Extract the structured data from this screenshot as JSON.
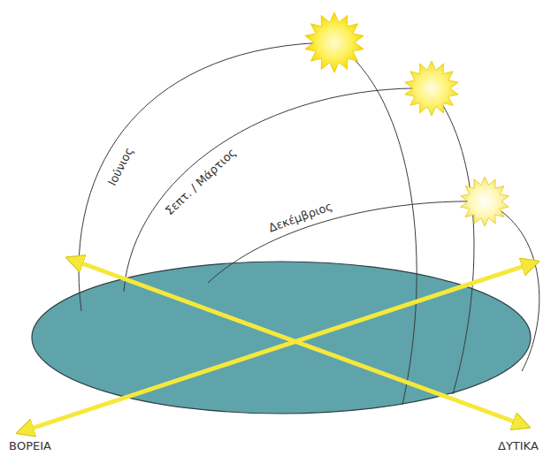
{
  "diagram": {
    "labels": [
      "Ιούνιος",
      "Σεπτ. / Μάρτιος",
      "Δεκέμβριος",
      "ΒΟΡΕΙΑ",
      "ΔΥΤΙΚΑ"
    ]
  }
}
